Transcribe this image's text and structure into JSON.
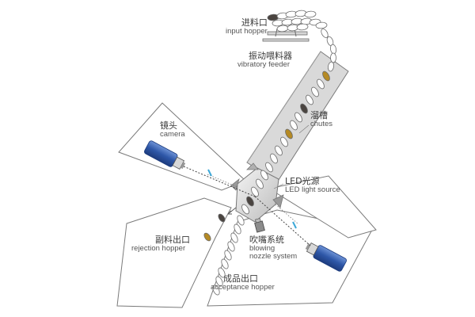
{
  "diagram": {
    "labels": {
      "input_hopper": {
        "zh": "进料口",
        "en": "input hopper"
      },
      "vibratory_feeder": {
        "zh": "振动喂料器",
        "en": "vibratory feeder"
      },
      "chutes": {
        "zh": "溜槽",
        "en": "chutes"
      },
      "camera": {
        "zh": "镜头",
        "en": "camera"
      },
      "led_light_source": {
        "zh": "LED光源",
        "en": "LED light source"
      },
      "rejection_hopper": {
        "zh": "副料出口",
        "en": "rejection hopper"
      },
      "blowing_nozzle_system": {
        "zh": "吹嘴系统",
        "en_line1": "blowing",
        "en_line2": "nozzle system"
      },
      "acceptance_hopper": {
        "zh": "成品出口",
        "en": "acceptance hopper"
      }
    },
    "colors": {
      "outline": "#6b6b6b",
      "grain_fill": "#ffffff",
      "defect_dark": "#4a4440",
      "defect_yellow": "#b58a24",
      "camera_body": "#2e57a8",
      "light_mark": "#3da8d8",
      "chute_fill": "#d9d9d9"
    }
  }
}
